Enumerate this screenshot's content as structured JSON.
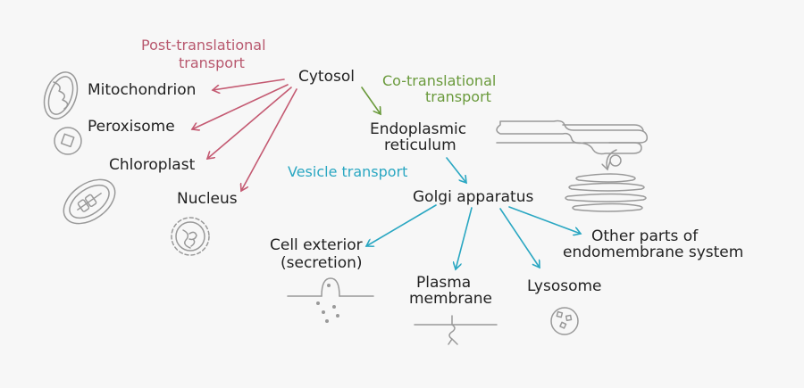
{
  "labels": {
    "post_translational_1": "Post-translational",
    "post_translational_2": "transport",
    "cytosol": "Cytosol",
    "co_translational_1": "Co-translational",
    "co_translational_2": "transport",
    "mitochondrion": "Mitochondrion",
    "peroxisome": "Peroxisome",
    "chloroplast": "Chloroplast",
    "nucleus": "Nucleus",
    "er_1": "Endoplasmic",
    "er_2": "reticulum",
    "vesicle_transport": "Vesicle transport",
    "golgi": "Golgi apparatus",
    "cell_exterior_1": "Cell exterior",
    "cell_exterior_2": "(secretion)",
    "plasma_1": "Plasma",
    "plasma_2": "membrane",
    "lysosome": "Lysosome",
    "other_1": "Other parts of",
    "other_2": "endomembrane system"
  },
  "colors": {
    "post_translational": "#c45a72",
    "co_translational": "#6a9a3c",
    "vesicle_transport": "#2aa7c2",
    "sketch": "#999999"
  }
}
